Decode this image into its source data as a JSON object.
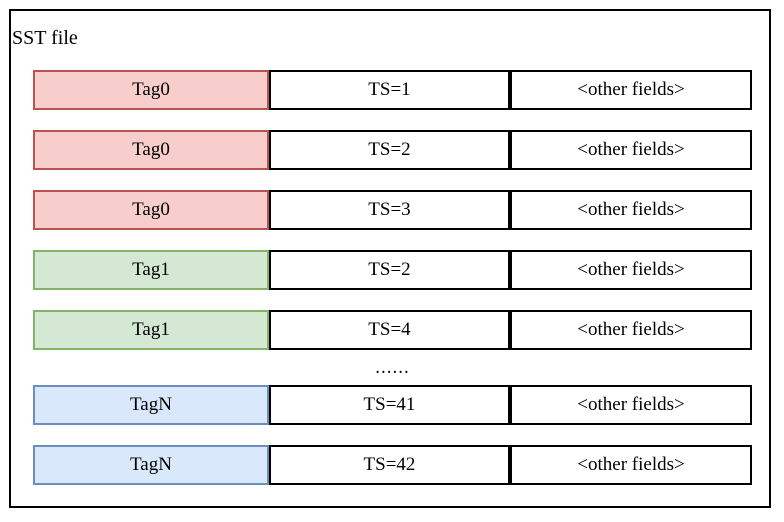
{
  "diagram": {
    "title": "SST file",
    "ellipsis": "......"
  },
  "rows": [
    {
      "type": "record",
      "color": "red",
      "tag": "Tag0",
      "ts": "TS=1",
      "other": "<other fields>"
    },
    {
      "type": "record",
      "color": "red",
      "tag": "Tag0",
      "ts": "TS=2",
      "other": "<other fields>"
    },
    {
      "type": "record",
      "color": "red",
      "tag": "Tag0",
      "ts": "TS=3",
      "other": "<other fields>"
    },
    {
      "type": "record",
      "color": "green",
      "tag": "Tag1",
      "ts": "TS=2",
      "other": "<other fields>"
    },
    {
      "type": "record",
      "color": "green",
      "tag": "Tag1",
      "ts": "TS=4",
      "other": "<other fields>"
    },
    {
      "type": "ellipsis"
    },
    {
      "type": "record",
      "color": "blue",
      "tag": "TagN",
      "ts": "TS=41",
      "other": "<other fields>"
    },
    {
      "type": "record",
      "color": "blue",
      "tag": "TagN",
      "ts": "TS=42",
      "other": "<other fields>"
    }
  ],
  "colors": {
    "outline": "#000000",
    "red": {
      "fill": "#f8cecc",
      "border": "#b85450"
    },
    "green": {
      "fill": "#d5e8d4",
      "border": "#82b366"
    },
    "blue": {
      "fill": "#dae8fc",
      "border": "#6c8ebf"
    }
  }
}
